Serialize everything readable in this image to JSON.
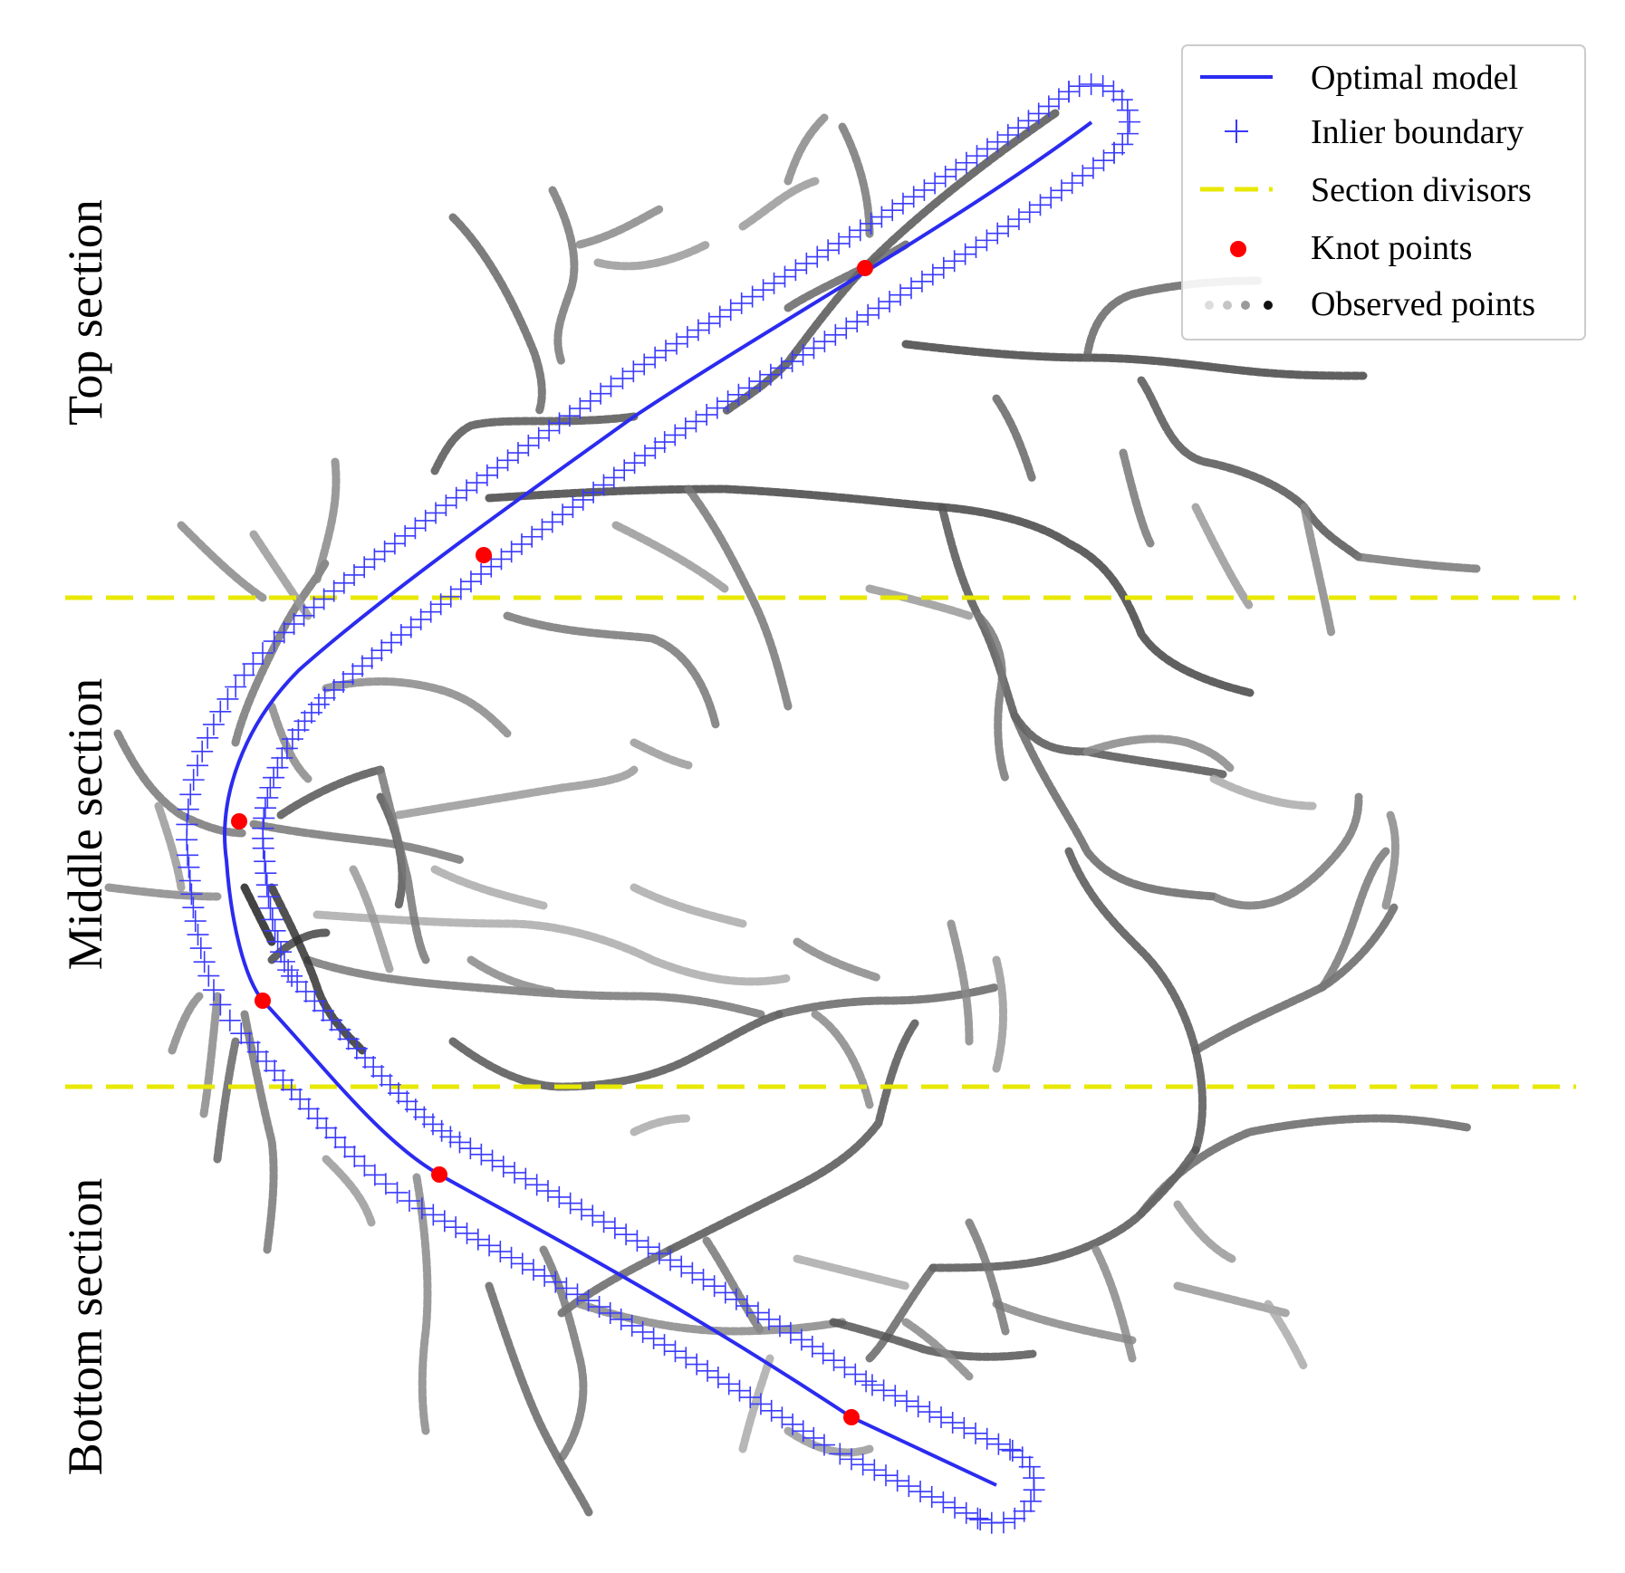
{
  "section_labels": {
    "top": "Top section",
    "middle": "Middle section",
    "bottom": "Bottom section"
  },
  "legend": {
    "optimal_model": "Optimal model",
    "inlier_boundary": "Inlier boundary",
    "section_divisors": "Section divisors",
    "knot_points": "Knot points",
    "observed_points": "Observed points"
  },
  "colors": {
    "model": "#2b2bf0",
    "boundary": "#3a3aff",
    "divisor": "#e8e800",
    "knot": "#ff0000",
    "observed_dark": "#222222",
    "observed_light": "#bbbbbb"
  },
  "icons": {
    "boundary_marker": "plus-marker",
    "knot_marker": "filled-circle",
    "observed_marker": "dots"
  }
}
